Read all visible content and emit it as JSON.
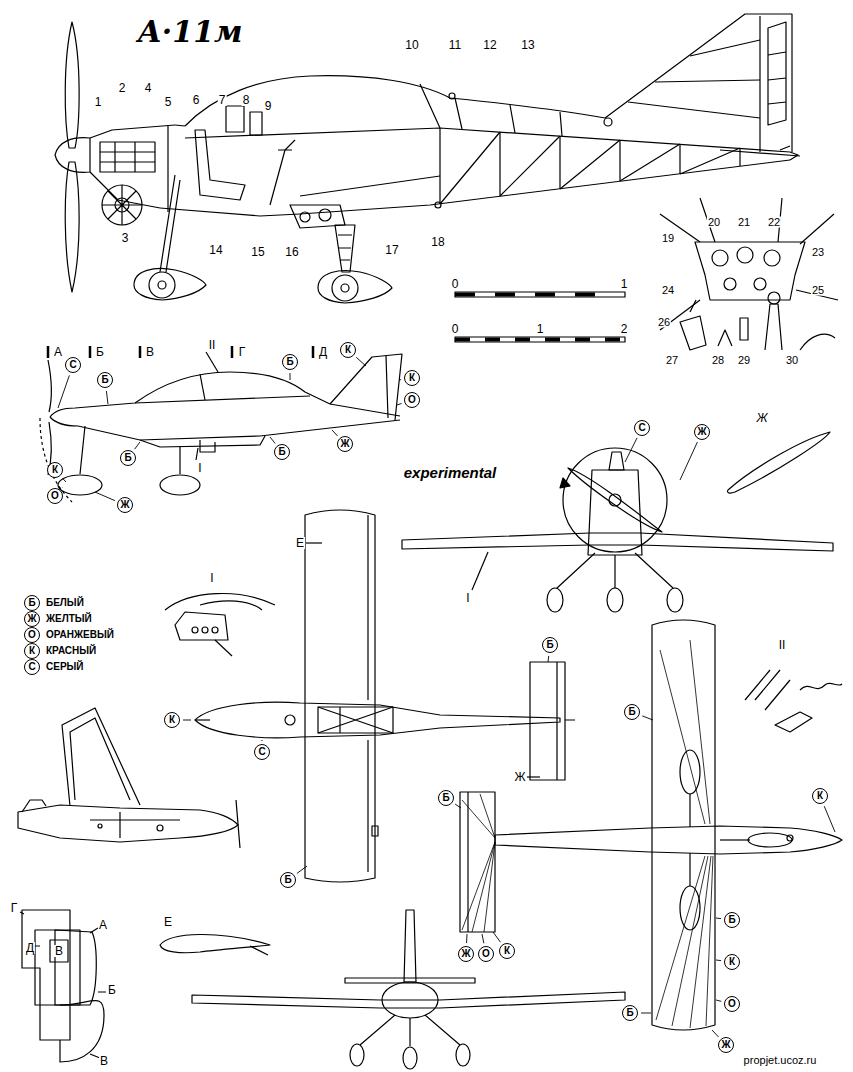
{
  "diagram": {
    "title": "А·11м",
    "nodes": [
      {
        "text": [
          "С"
        ]
      },
      {
        "text": [
          "Б"
        ]
      },
      {
        "text": [
          "Б"
        ]
      },
      {
        "text": [
          "К"
        ]
      },
      {
        "text": [
          "К"
        ]
      },
      {
        "text": [
          "О"
        ]
      },
      {
        "text": [
          "Ж"
        ]
      },
      {
        "text": [
          "Б"
        ]
      },
      {
        "text": [
          "Б"
        ]
      },
      {
        "text": [
          "К"
        ]
      },
      {
        "text": [
          "О"
        ]
      },
      {
        "text": [
          "Ж"
        ]
      },
      {
        "text": [
          "Б"
        ]
      },
      {
        "text": [
          "Ж"
        ]
      },
      {
        "text": [
          "О"
        ]
      },
      {
        "text": [
          "К"
        ]
      },
      {
        "text": [
          "С"
        ]
      },
      {
        "text": [
          "К"
        ]
      },
      {
        "text": [
          "С"
        ]
      },
      {
        "text": [
          "Б"
        ]
      },
      {
        "text": [
          "Б"
        ]
      },
      {
        "text": [
          "С"
        ]
      },
      {
        "text": [
          "Ж"
        ]
      },
      {
        "text": [
          "К"
        ]
      },
      {
        "text": [
          "Б"
        ]
      },
      {
        "text": [
          "Б"
        ]
      },
      {
        "text": [
          "Ж"
        ]
      },
      {
        "text": [
          "О"
        ]
      },
      {
        "text": [
          "К"
        ]
      },
      {
        "text": [
          "Б"
        ]
      },
      {
        "text": [
          "К"
        ]
      },
      {
        "text": [
          "О"
        ]
      },
      {
        "text": [
          "Ж"
        ]
      },
      {
        "text": [
          "Б"
        ]
      }
    ],
    "labels": [
      "1",
      "2",
      "3",
      "4",
      "5",
      "6",
      "7",
      "8",
      "9",
      "10",
      "11",
      "12",
      "13",
      "14",
      "15",
      "16",
      "17",
      "18",
      "19",
      "20",
      "21",
      "22",
      "23",
      "24",
      "25",
      "26",
      "27",
      "28",
      "29",
      "30",
      "0",
      "1",
      "0",
      "1",
      "2",
      "А",
      "Б",
      "В",
      "Г",
      "Д",
      "II",
      "I",
      "experimental",
      "Ж",
      "I",
      "Е",
      "I",
      "Ж",
      "II",
      "Е",
      "Г",
      "Д",
      "А",
      "Б",
      "В",
      "В",
      "propjet.ucoz.ru"
    ],
    "legend": [
      {
        "text": "БЕЛЫЙ"
      },
      {
        "text": "ЖЕЛТЫЙ"
      },
      {
        "text": "ОРАНЖЕВЫЙ"
      },
      {
        "text": "КРАСНЫЙ"
      },
      {
        "text": "СЕРЫЙ"
      }
    ]
  }
}
